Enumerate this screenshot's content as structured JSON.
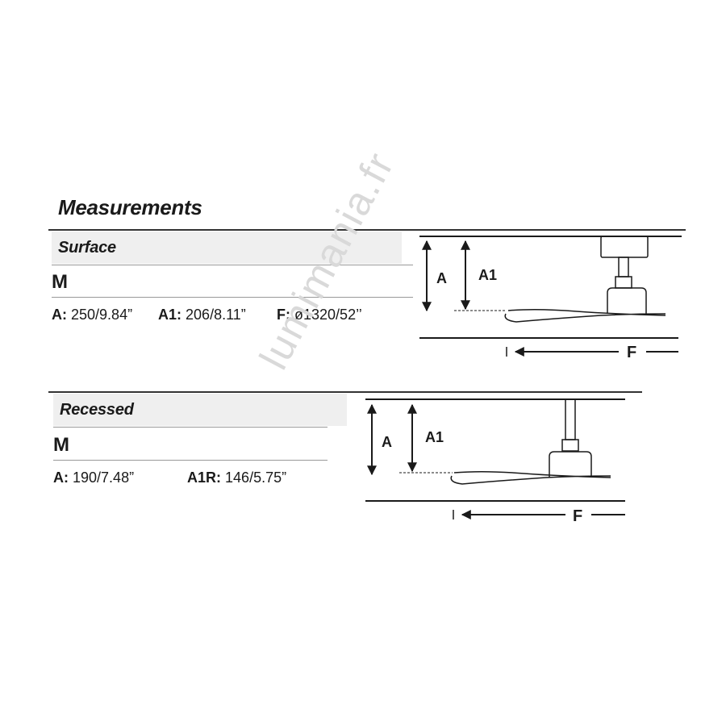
{
  "title": "Measurements",
  "watermark": "lumimania.fr",
  "surface": {
    "heading": "Surface",
    "model": "M",
    "specs": [
      {
        "label": "A:",
        "value": "250/9.84”"
      },
      {
        "label": "A1:",
        "value": "206/8.11”"
      },
      {
        "label": "F:",
        "value": "ø1320/52’’"
      }
    ],
    "diagram": {
      "a_label": "A",
      "a1_label": "A1",
      "f_label": "F"
    }
  },
  "recessed": {
    "heading": "Recessed",
    "model": "M",
    "specs": [
      {
        "label": "A:",
        "value": "190/7.48”"
      },
      {
        "label": "A1R:",
        "value": "146/5.75”"
      }
    ],
    "diagram": {
      "a_label": "A",
      "a1_label": "A1",
      "f_label": "F"
    }
  }
}
